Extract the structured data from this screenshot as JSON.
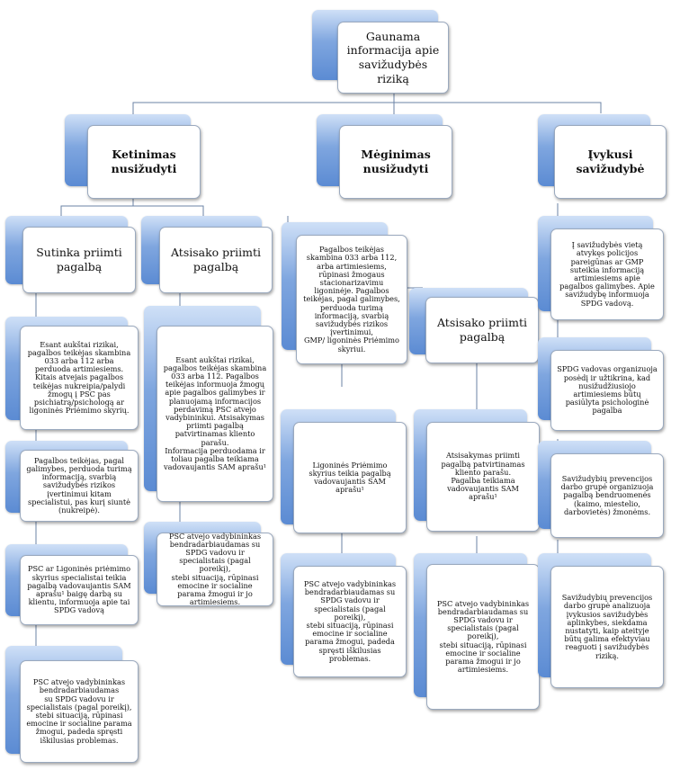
{
  "root": "Gaunama informacija apie savižudybės riziką",
  "branches": {
    "intent": {
      "title": "Ketinimas nusižudyti",
      "agree": {
        "title": "Sutinka priimti pagalbą",
        "steps": [
          [
            "Esant aukštai rizikai, pagalbos teikėjas skambina 033 arba 112 arba perduoda artimiesiems.",
            "Kitais atvejais pagalbos teikėjas nukreipia/palydi žmogų į PSC pas psichiatrą/psichologą ar ligoninės Priėmimo skyrių."
          ],
          [
            "Pagalbos teikėjas, pagal galimybes, perduoda turimą informaciją, svarbią savižudybės rizikos įvertinimui kitam specialistui, pas kurį siuntė (nukreipė)."
          ],
          [
            "PSC ar Ligoninės priėmimo skyrius specialistai teikia pagalbą vadovaujantis SAM aprašu¹ baigę darbą su klientu, informuoja apie tai SPDG vadovą"
          ],
          [
            "PSC atvejo vadybininkas bendradarbiaudamas",
            "su SPDG vadovu ir specialistais (pagal poreikį), stebi situaciją, rūpinasi emocine ir socialine parama žmogui, padeda spręsti iškilusias problemas."
          ]
        ]
      },
      "refuse": {
        "title": "Atsisako priimti pagalbą",
        "steps": [
          [
            "Esant aukštai rizikai, pagalbos teikėjas skambina 033 arba 112. Pagalbos teikėjas informuoja žmogų apie pagalbos galimybes ir planuojamą informacijos perdavimą PSC atvejo vadybininkui. Atsisakymas priimti pagalbą patvirtinamas kliento parašu.",
            "Informacija perduodama ir toliau pagalba teikiama vadovaujantis SAM aprašu¹"
          ],
          [
            "PSC atvejo vadybininkas bendradarbiaudamas su SPDG vadovu ir specialistais (pagal poreikį),",
            "stebi situaciją, rūpinasi emocine ir socialine parama žmogui ir jo artimiesiems."
          ]
        ]
      }
    },
    "attempt": {
      "title": "Mėginimas nusižudyti",
      "main": [
        "Pagalbos teikėjas skambina 033 arba 112, arba artimiesiems, rūpinasi žmogaus stacionarizavimu ligoninėje. Pagalbos teikėjas, pagal galimybes, perduoda turimą informaciją, svarbią savižudybės rizikos įvertinimui,",
        "GMP/ ligoninės Priėmimo skyriui."
      ],
      "hospital": [
        "Ligoninės Priėmimo skyrius teikia pagalbą vadovaujantis SAM aprašu¹"
      ],
      "hospital_follow": [
        "PSC atvejo vadybininkas bendradarbiaudamas su SPDG vadovu ir specialistais (pagal poreikį),",
        "stebi situaciją, rūpinasi emocine ir socialine parama žmogui, padeda spręsti iškilusias problemas."
      ],
      "refuse": {
        "title": "Atsisako priimti pagalbą",
        "steps": [
          [
            "Atsisakymas priimti pagalbą patvirtinamas kliento parašu.",
            "Pagalba teikiama vadovaujantis SAM aprašu¹"
          ],
          [
            "PSC atvejo vadybininkas bendradarbiaudamas su SPDG vadovu ir specialistais (pagal poreikį),",
            "stebi situaciją, rūpinasi emocine ir socialine parama žmogui ir jo artimiesiems."
          ]
        ]
      }
    },
    "suicide": {
      "title": "Įvykusi savižudybė",
      "steps": [
        [
          "Į savižudybės vietą atvykęs policijos pareigūnas ar GMP suteikia informaciją artimiesiems apie pagalbos galimybes. Apie savižudybę informuoja SPDG vadovą."
        ],
        [
          "SPDG vadovas organizuoja posėdį ir užtikrina, kad nusižudžiusiojo artimiesiems būtų pasiūlyta psichologinė pagalba"
        ],
        [
          "Savižudybių prevencijos darbo grupė organizuoja pagalbą bendruomenės (kaimo, miestelio, darbovietės) žmonėms."
        ],
        [
          "Savižudybių prevencijos darbo grupė analizuoja įvykusios savižudybės aplinkybes, siekdama nustatyti, kaip ateityje būtų galima efektyviau reaguoti į savižudybės riziką."
        ]
      ]
    }
  }
}
